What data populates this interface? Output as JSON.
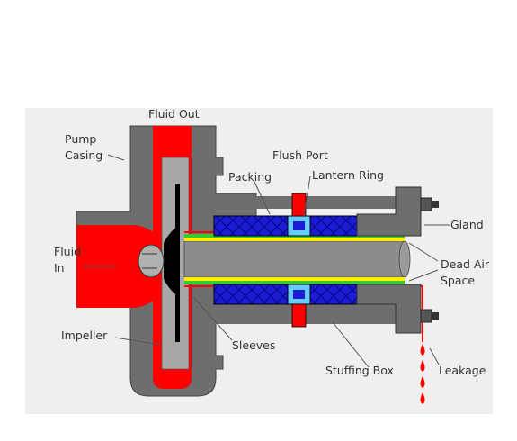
{
  "labels": {
    "fluid_out": "Fluid Out",
    "pump_casing_1": "Pump",
    "pump_casing_2": "Casing",
    "flush_port": "Flush Port",
    "packing": "Packing",
    "lantern_ring": "Lantern Ring",
    "gland": "Gland",
    "fluid_in_1": "Fluid",
    "fluid_in_2": "In",
    "dead_air_1": "Dead Air",
    "dead_air_2": "Space",
    "impeller": "Impeller",
    "sleeves": "Sleeves",
    "stuffing_box": "Stuffing Box",
    "leakage": "Leakage"
  },
  "colors": {
    "casing": "#6e6e6e",
    "casing_light": "#9a9a9a",
    "fluid": "#ff0000",
    "packing": "#1c1cd6",
    "lantern_ring": "#66ccff",
    "shaft": "#8c8c8c",
    "sleeve_green": "#33cc33",
    "sleeve_yellow": "#ffee00",
    "impeller": "#000000",
    "background": "#eeeeee"
  }
}
